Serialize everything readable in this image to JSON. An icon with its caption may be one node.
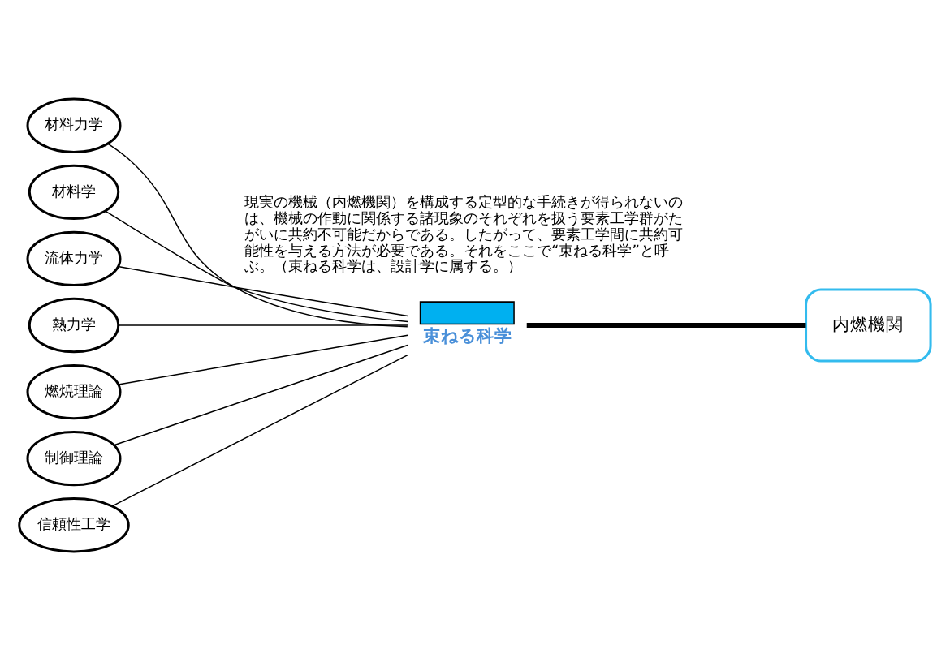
{
  "diagram": {
    "nodes": [
      {
        "text": [
          "材料力学"
        ]
      },
      {
        "text": [
          "材料学"
        ]
      },
      {
        "text": [
          "流体力学"
        ]
      },
      {
        "text": [
          "熱力学"
        ]
      },
      {
        "text": [
          "燃焼理論"
        ]
      },
      {
        "text": [
          "制御理論"
        ]
      },
      {
        "text": [
          "信頼性工学"
        ]
      },
      {
        "text": [
          "束ねる科学"
        ]
      },
      {
        "text": [
          "内燃機関"
        ]
      }
    ],
    "edges": [
      {
        "from": 0,
        "to": 7,
        "arrow": "none"
      },
      {
        "from": 1,
        "to": 7,
        "arrow": "none"
      },
      {
        "from": 2,
        "to": 7,
        "arrow": "none"
      },
      {
        "from": 3,
        "to": 7,
        "arrow": "none"
      },
      {
        "from": 4,
        "to": 7,
        "arrow": "none"
      },
      {
        "from": 5,
        "to": 7,
        "arrow": "none"
      },
      {
        "from": 6,
        "to": 7,
        "arrow": "none"
      },
      {
        "from": 7,
        "to": 8,
        "arrow": "none",
        "style": "thick"
      }
    ],
    "labels": [
      "現実の機械（内燃機関）を構成する定型的な手続きが得られないのは、機械の作動に関係する諸現象のそれぞれを扱う要素工学群がたがいに共約不可能だからである。したがって、要素工学間に共約可能性を与える方法が必要である。それをここで“束ねる科学”と呼ぶ。（束ねる科学は、設計学に属する。）"
    ]
  }
}
